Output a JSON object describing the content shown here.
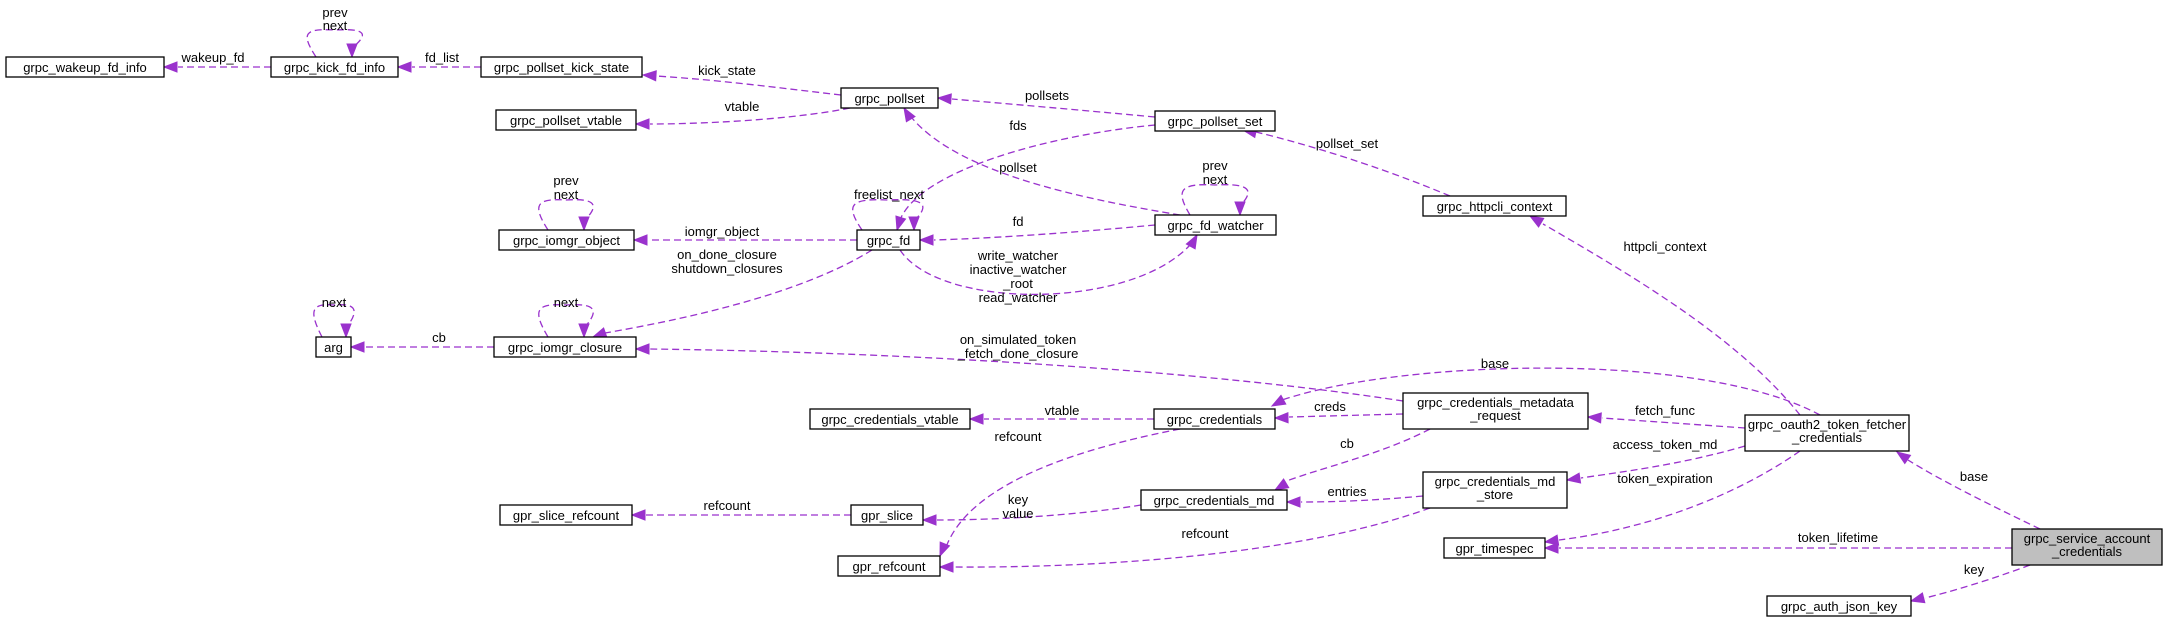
{
  "diagram": {
    "nodes": [
      {
        "id": "wakeup",
        "label": "grpc_wakeup_fd_info"
      },
      {
        "id": "kickfd",
        "label": "grpc_kick_fd_info"
      },
      {
        "id": "kickstate",
        "label": "grpc_pollset_kick_state"
      },
      {
        "id": "pollset",
        "label": "grpc_pollset"
      },
      {
        "id": "pvtable",
        "label": "grpc_pollset_vtable"
      },
      {
        "id": "pollsetset",
        "label": "grpc_pollset_set"
      },
      {
        "id": "httpcli",
        "label": "grpc_httpcli_context"
      },
      {
        "id": "iomgrobj",
        "label": "grpc_iomgr_object"
      },
      {
        "id": "fd",
        "label": "grpc_fd"
      },
      {
        "id": "fdwatcher",
        "label": "grpc_fd_watcher"
      },
      {
        "id": "arg",
        "label": "arg"
      },
      {
        "id": "closure",
        "label": "grpc_iomgr_closure"
      },
      {
        "id": "cvtable",
        "label": "grpc_credentials_vtable"
      },
      {
        "id": "creds",
        "label": "grpc_credentials"
      },
      {
        "id": "metareq",
        "label": [
          "grpc_credentials_metadata",
          "_request"
        ]
      },
      {
        "id": "oauth",
        "label": [
          "grpc_oauth2_token_fetcher",
          "_credentials"
        ]
      },
      {
        "id": "slicerc",
        "label": "gpr_slice_refcount"
      },
      {
        "id": "slice",
        "label": "gpr_slice"
      },
      {
        "id": "credsmd",
        "label": "grpc_credentials_md"
      },
      {
        "id": "mdstore",
        "label": [
          "grpc_credentials_md",
          "_store"
        ]
      },
      {
        "id": "refcount",
        "label": "gpr_refcount"
      },
      {
        "id": "timespec",
        "label": "gpr_timespec"
      },
      {
        "id": "service",
        "label": [
          "grpc_service_account",
          "_credentials"
        ]
      },
      {
        "id": "jsonkey",
        "label": "grpc_auth_json_key"
      }
    ],
    "edges": [
      {
        "id": "e_wakeup",
        "from": "kickfd",
        "to": "wakeup",
        "label": [
          "wakeup_fd"
        ]
      },
      {
        "id": "e_kick_self",
        "from": "kickfd",
        "to": "kickfd",
        "label": [
          "prev",
          "next"
        ]
      },
      {
        "id": "e_fdlist",
        "from": "kickstate",
        "to": "kickfd",
        "label": [
          "fd_list"
        ]
      },
      {
        "id": "e_kickstate",
        "from": "pollset",
        "to": "kickstate",
        "label": [
          "kick_state"
        ]
      },
      {
        "id": "e_vtable",
        "from": "pollset",
        "to": "pvtable",
        "label": [
          "vtable"
        ]
      },
      {
        "id": "e_pollsets",
        "from": "pollsetset",
        "to": "pollset",
        "label": [
          "pollsets"
        ]
      },
      {
        "id": "e_fds",
        "from": "pollsetset",
        "to": "fd",
        "label": [
          "fds"
        ]
      },
      {
        "id": "e_pollset",
        "from": "fdwatcher",
        "to": "pollset",
        "label": [
          "pollset"
        ]
      },
      {
        "id": "e_pollset_set",
        "from": "httpcli",
        "to": "pollsetset",
        "label": [
          "pollset_set"
        ]
      },
      {
        "id": "e_iomgr_self",
        "from": "iomgrobj",
        "to": "iomgrobj",
        "label": [
          "prev",
          "next"
        ]
      },
      {
        "id": "e_freelist",
        "from": "fd",
        "to": "fd",
        "label": [
          "freelist_next"
        ]
      },
      {
        "id": "e_iomgrobj",
        "from": "fd",
        "to": "iomgrobj",
        "label": [
          "iomgr_object"
        ]
      },
      {
        "id": "e_fd",
        "from": "fdwatcher",
        "to": "fd",
        "label": [
          "fd"
        ]
      },
      {
        "id": "e_watcher_self",
        "from": "fdwatcher",
        "to": "fdwatcher",
        "label": [
          "prev",
          "next"
        ]
      },
      {
        "id": "e_watchers",
        "from": "fd",
        "to": "fdwatcher",
        "label": [
          "write_watcher",
          "inactive_watcher",
          "_root",
          "read_watcher"
        ]
      },
      {
        "id": "e_arg_self",
        "from": "arg",
        "to": "arg",
        "label": [
          "next"
        ]
      },
      {
        "id": "e_cb",
        "from": "closure",
        "to": "arg",
        "label": [
          "cb"
        ]
      },
      {
        "id": "e_closure_self",
        "from": "closure",
        "to": "closure",
        "label": [
          "next"
        ]
      },
      {
        "id": "e_closures",
        "from": "fd",
        "to": "closure",
        "label": [
          "on_done_closure",
          "shutdown_closures"
        ]
      },
      {
        "id": "e_simulated",
        "from": "metareq",
        "to": "closure",
        "label": [
          "on_simulated_token",
          "_fetch_done_closure"
        ]
      },
      {
        "id": "e_cvtable",
        "from": "creds",
        "to": "cvtable",
        "label": [
          "vtable"
        ]
      },
      {
        "id": "e_refcount1",
        "from": "creds",
        "to": "refcount",
        "label": [
          "refcount"
        ]
      },
      {
        "id": "e_creds",
        "from": "metareq",
        "to": "creds",
        "label": [
          "creds"
        ]
      },
      {
        "id": "e_base1",
        "from": "oauth",
        "to": "creds",
        "label": [
          "base"
        ]
      },
      {
        "id": "e_fetchfunc",
        "from": "oauth",
        "to": "metareq",
        "label": [
          "fetch_func"
        ]
      },
      {
        "id": "e_cb2",
        "from": "metareq",
        "to": "credsmd",
        "label": [
          "cb"
        ]
      },
      {
        "id": "e_httpcli",
        "from": "oauth",
        "to": "httpcli",
        "label": [
          "httpcli_context"
        ]
      },
      {
        "id": "e_slicerc",
        "from": "slice",
        "to": "slicerc",
        "label": [
          "refcount"
        ]
      },
      {
        "id": "e_keyvalue",
        "from": "credsmd",
        "to": "slice",
        "label": [
          "key",
          "value"
        ]
      },
      {
        "id": "e_entries",
        "from": "mdstore",
        "to": "credsmd",
        "label": [
          "entries"
        ]
      },
      {
        "id": "e_refcount2",
        "from": "mdstore",
        "to": "refcount",
        "label": [
          "refcount"
        ]
      },
      {
        "id": "e_accesstoken",
        "from": "oauth",
        "to": "mdstore",
        "label": [
          "access_token_md"
        ]
      },
      {
        "id": "e_tokenexp",
        "from": "oauth",
        "to": "timespec",
        "label": [
          "token_expiration"
        ]
      },
      {
        "id": "e_base2",
        "from": "service",
        "to": "oauth",
        "label": [
          "base"
        ]
      },
      {
        "id": "e_tokenlife",
        "from": "service",
        "to": "timespec",
        "label": [
          "token_lifetime"
        ]
      },
      {
        "id": "e_key",
        "from": "service",
        "to": "jsonkey",
        "label": [
          "key"
        ]
      }
    ]
  },
  "colors": {
    "edge": "#9a32cd",
    "node_border": "#000000",
    "node_fill": "#ffffff",
    "highlight_fill": "#bfbfbf"
  }
}
